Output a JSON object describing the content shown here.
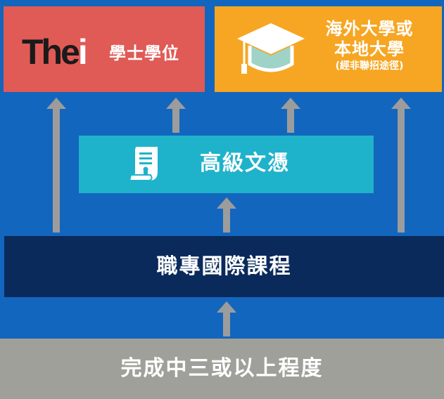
{
  "boxes": {
    "thei": {
      "logo_text": "The",
      "logo_dot": "i",
      "label": "學士學位",
      "color": "#e05a56"
    },
    "overseas": {
      "line1": "海外大學或",
      "line2": "本地大學",
      "note": "(經非聯招途徑)",
      "icon": "graduation-cap-icon",
      "color": "#f6a623"
    },
    "higher_diploma": {
      "label": "高級文憑",
      "icon": "certificate-icon",
      "color": "#1fb2cb"
    },
    "vtc_course": {
      "label": "職專國際課程",
      "color": "#0a2a5b"
    },
    "entry": {
      "label": "完成中三或以上程度",
      "color": "#a0a09a"
    }
  },
  "colors": {
    "background": "#1366bd",
    "arrow": "#9c9c9c"
  }
}
